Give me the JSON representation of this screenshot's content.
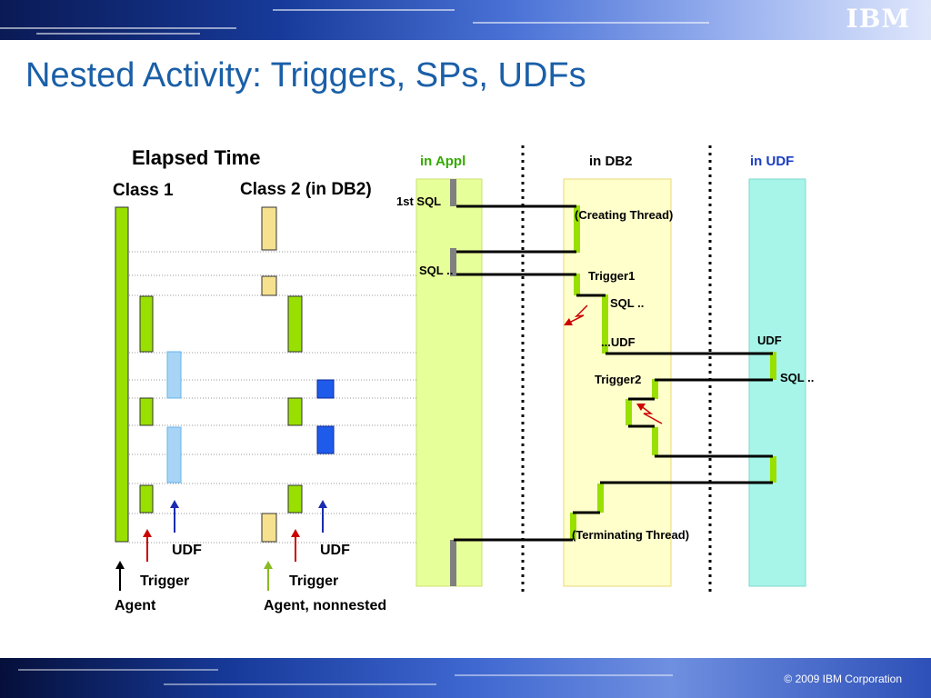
{
  "header": {
    "logo_text": "IBM"
  },
  "slide": {
    "title": "Nested Activity: Triggers, SPs, UDFs"
  },
  "diagram": {
    "elapsed_time_label": "Elapsed Time",
    "class1_label": "Class 1",
    "class2_label": "Class 2 (in DB2)",
    "in_appl_label": "in Appl",
    "in_db2_label": "in DB2",
    "in_udf_label": "in UDF",
    "sql_first": "1st SQL",
    "sql_dots_label": "SQL ..",
    "creating_thread": "(Creating Thread)",
    "trigger1": "Trigger1",
    "udf_call": "...UDF",
    "udf_label": "UDF",
    "trigger2": "Trigger2",
    "terminating_thread": "(Terminating Thread)",
    "legend": {
      "udf_label": "UDF",
      "trigger_label": "Trigger",
      "agent_label": "Agent",
      "agent_nonnested_label": "Agent, nonnested"
    },
    "colors": {
      "green": "#99e000",
      "appl_region": "#e7ff99",
      "db2_region": "#ffffcc",
      "udf_region": "#a6f5e8",
      "light_blue": "#a8d4f5",
      "blue": "#1f5bea",
      "tan": "#f6e18f",
      "red": "#cc0000",
      "dark_blue": "#1a2bb0",
      "title_blue": "#1a5fa8",
      "udf_text_blue": "#1a3cc0",
      "appl_text_green": "#33aa00"
    }
  },
  "footer": {
    "copyright": "© 2009 IBM Corporation"
  }
}
